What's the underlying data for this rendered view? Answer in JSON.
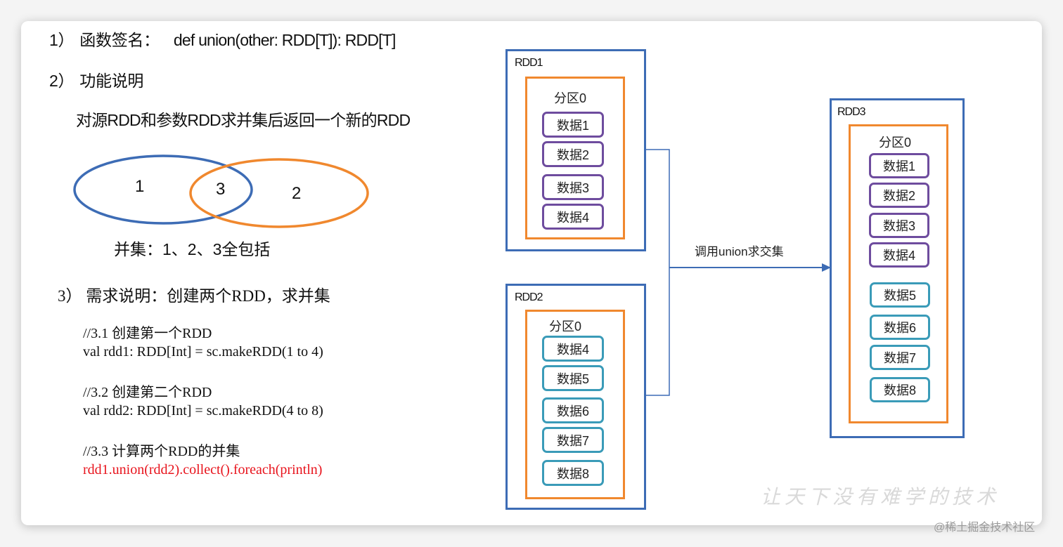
{
  "section1": {
    "number": "1）",
    "label": "函数签名：",
    "signature": "def union(other: RDD[T]): RDD[T]"
  },
  "section2": {
    "number": "2）",
    "label": "功能说明",
    "description": "对源RDD和参数RDD求并集后返回一个新的RDD"
  },
  "venn": {
    "left_label": "1",
    "intersection_label": "3",
    "right_label": "2",
    "left_color": "#3d6cb5",
    "right_color": "#f0882e",
    "caption": "并集：1、2、3全包括"
  },
  "section3": {
    "number": "3）",
    "label": "需求说明：创建两个RDD，求并集"
  },
  "code": {
    "c1_comment": "//3.1 创建第一个RDD",
    "c1_line": "val rdd1: RDD[Int] = sc.makeRDD(1 to 4)",
    "c2_comment": "//3.2 创建第二个RDD",
    "c2_line": "val rdd2: RDD[Int] = sc.makeRDD(4 to 8)",
    "c3_comment": "//3.3 计算两个RDD的并集",
    "c3_line": "rdd1.union(rdd2).collect().foreach(println)",
    "highlight_color": "#e8141d"
  },
  "diagram": {
    "rdd1": {
      "label": "RDD1",
      "partition": "分区0",
      "items": [
        "数据1",
        "数据2",
        "数据3",
        "数据4"
      ]
    },
    "rdd2": {
      "label": "RDD2",
      "partition": "分区0",
      "items": [
        "数据4",
        "数据5",
        "数据6",
        "数据7",
        "数据8"
      ]
    },
    "rdd3": {
      "label": "RDD3",
      "partition": "分区0",
      "items": [
        "数据1",
        "数据2",
        "数据3",
        "数据4",
        "数据5",
        "数据6",
        "数据7",
        "数据8"
      ]
    },
    "arrow_label": "调用union求交集",
    "colors": {
      "rdd_border": "#3d6cb5",
      "partition_border": "#f0882e",
      "rdd1_items": "#6e4c9e",
      "rdd2_items": "#3a9bb8"
    }
  },
  "watermark": "让天下没有难学的技术",
  "credit": "@稀土掘金技术社区"
}
